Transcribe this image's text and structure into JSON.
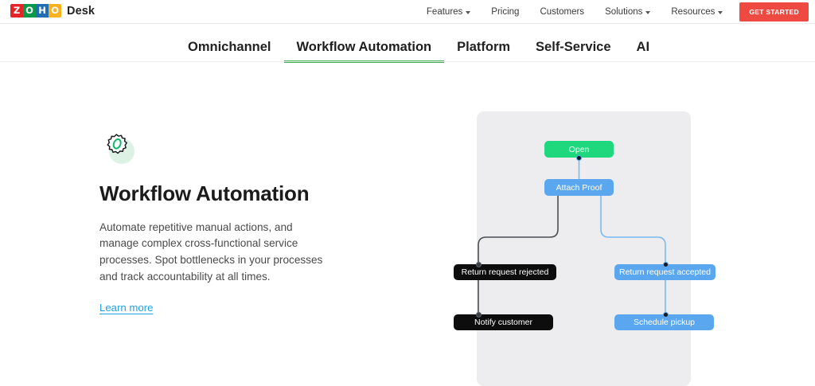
{
  "header": {
    "logo_letters": [
      "Z",
      "O",
      "H",
      "O"
    ],
    "logo_colors": [
      "#e42527",
      "#089949",
      "#226db4",
      "#f9b21d"
    ],
    "product": "Desk",
    "nav": [
      {
        "label": "Features",
        "has_caret": true
      },
      {
        "label": "Pricing",
        "has_caret": false
      },
      {
        "label": "Customers",
        "has_caret": false
      },
      {
        "label": "Solutions",
        "has_caret": true
      },
      {
        "label": "Resources",
        "has_caret": true
      }
    ],
    "cta": "GET STARTED",
    "cta_color": "#ef4a42"
  },
  "tabs": {
    "active_index": 1,
    "active_color": "#3cae4e",
    "items": [
      {
        "label": "Omnichannel"
      },
      {
        "label": "Workflow Automation"
      },
      {
        "label": "Platform"
      },
      {
        "label": "Self-Service"
      },
      {
        "label": "AI"
      }
    ]
  },
  "feature": {
    "icon": "gear-icon",
    "icon_color": "#12b76a",
    "title": "Workflow Automation",
    "description": "Automate repetitive manual actions, and manage complex cross-functional service processes. Spot bottlenecks in your processes and track accountability at all times.",
    "link_label": "Learn more",
    "link_color": "#1fa2e8"
  },
  "flow": {
    "panel_color": "#ededef",
    "colors": {
      "green": "#1fd87e",
      "blue": "#5ba7ef",
      "black": "#0d0d0d",
      "connector_dark": "#4a4f53",
      "connector_blue": "#7ab9f2"
    },
    "nodes": [
      {
        "id": "open",
        "label": "Open",
        "color": "green"
      },
      {
        "id": "attach",
        "label": "Attach Proof",
        "color": "blue"
      },
      {
        "id": "rejected",
        "label": "Return request rejected",
        "color": "black"
      },
      {
        "id": "accepted",
        "label": "Return request accepted",
        "color": "blue"
      },
      {
        "id": "notify",
        "label": "Notify customer",
        "color": "black"
      },
      {
        "id": "schedule",
        "label": "Schedule pickup",
        "color": "blue"
      }
    ],
    "edges": [
      {
        "from": "open",
        "to": "attach"
      },
      {
        "from": "attach",
        "to": "rejected"
      },
      {
        "from": "attach",
        "to": "accepted"
      },
      {
        "from": "rejected",
        "to": "notify"
      },
      {
        "from": "accepted",
        "to": "schedule"
      }
    ]
  }
}
